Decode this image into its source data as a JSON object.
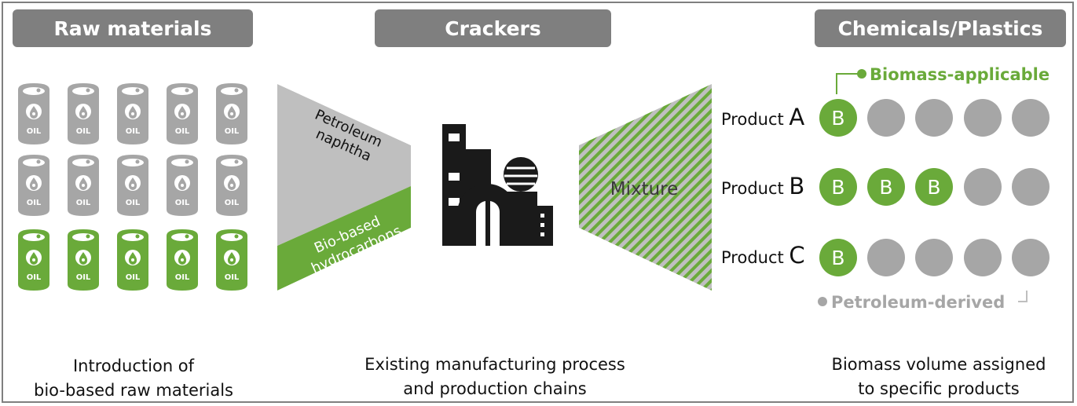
{
  "headers": {
    "raw_materials": "Raw materials",
    "crackers": "Crackers",
    "chemicals_plastics": "Chemicals/Plastics"
  },
  "barrels": {
    "label": "OIL",
    "rows": [
      {
        "type": "petroleum",
        "count": 5
      },
      {
        "type": "petroleum",
        "count": 5
      },
      {
        "type": "bio",
        "count": 5
      }
    ]
  },
  "cracker_input": {
    "top_label": [
      "Petroleum",
      "naphtha"
    ],
    "bottom_label": [
      "Bio-based",
      "hydrocarbons"
    ]
  },
  "output_label": "Mixture",
  "products": [
    {
      "label": "Product",
      "letter": "A",
      "circles": [
        "B",
        "",
        "",
        "",
        ""
      ]
    },
    {
      "label": "Product",
      "letter": "B",
      "circles": [
        "B",
        "B",
        "B",
        "",
        ""
      ]
    },
    {
      "label": "Product",
      "letter": "C",
      "circles": [
        "B",
        "",
        "",
        "",
        ""
      ]
    }
  ],
  "legend": {
    "biomass": "Biomass-applicable",
    "petroleum": "Petroleum-derived"
  },
  "captions": {
    "left": [
      "Introduction of",
      "bio-based raw materials"
    ],
    "center": [
      "Existing manufacturing process",
      "and production chains"
    ],
    "right": [
      "Biomass volume assigned",
      "to specific products"
    ]
  },
  "colors": {
    "gray": "#7f7f7f",
    "light_gray": "#bfbfbf",
    "circle_gray": "#a6a6a6",
    "green": "#6aaa3a",
    "factory": "#1a1a1a"
  }
}
